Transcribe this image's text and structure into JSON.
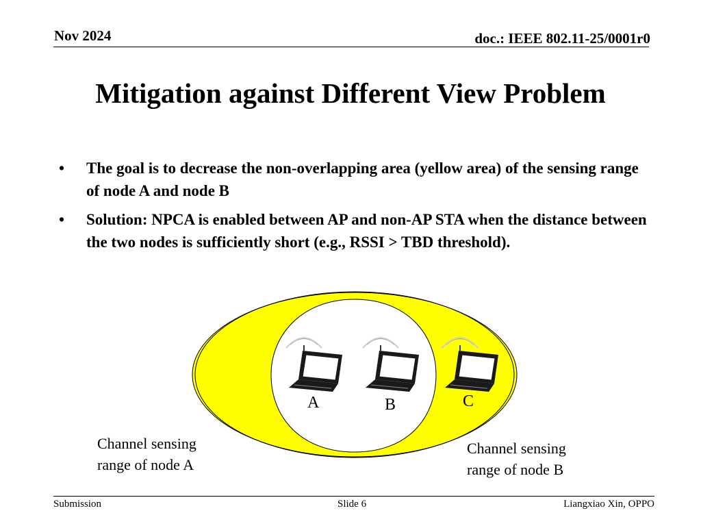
{
  "header": {
    "date": "Nov 2024",
    "doc": "doc.: IEEE 802.11-25/0001r0"
  },
  "title": "Mitigation against Different View Problem",
  "bullets": [
    {
      "text": "The goal is to decrease the non-overlapping area (yellow area) of the sensing range of node A and node B"
    },
    {
      "text": "Solution: NPCA is enabled between AP and non-AP STA when the distance between the two nodes is sufficiently short (e.g., RSSI > TBD threshold)."
    }
  ],
  "diagram": {
    "node_labels": {
      "a": "A",
      "b": "B",
      "c": "C"
    },
    "caption_a": [
      "Channel sensing",
      "range of node A"
    ],
    "caption_b": [
      "Channel sensing",
      "range of node B"
    ],
    "colors": {
      "range_fill": "#ffff00",
      "overlap_fill": "#ffffff",
      "outline": "#000000",
      "laptop": "#1a1a1a"
    },
    "icons": [
      "laptop-wireless-icon"
    ]
  },
  "footer": {
    "left": "Submission",
    "center": "Slide 6",
    "right": "Liangxiao Xin, OPPO"
  }
}
